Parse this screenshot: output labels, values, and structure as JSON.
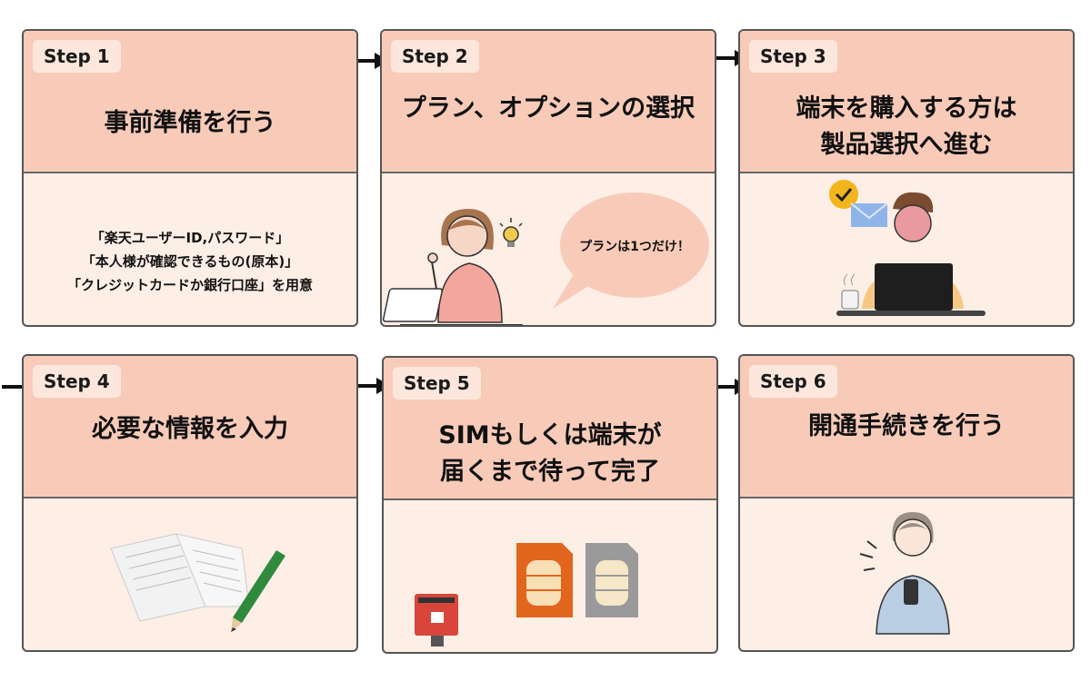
{
  "steps": [
    {
      "badge": "Step 1",
      "title": [
        "事前準備を行う"
      ],
      "notes": [
        "「楽天ユーザーID,パスワード」",
        "「本人様が確認できるもの(原本)」",
        "「クレジットカードか銀行口座」を用意"
      ]
    },
    {
      "badge": "Step 2",
      "title": [
        "プラン、オプションの選択"
      ],
      "bubble": "プランは1つだけ！"
    },
    {
      "badge": "Step 3",
      "title": [
        "端末を購入する方は",
        "製品選択へ進む"
      ]
    },
    {
      "badge": "Step 4",
      "title": [
        "必要な情報を入力"
      ]
    },
    {
      "badge": "Step 5",
      "title": [
        "SIMもしくは端末が",
        "届くまで待って完了"
      ]
    },
    {
      "badge": "Step 6",
      "title": [
        "開通手続きを行う"
      ]
    }
  ],
  "colors": {
    "header": "#f8cbb9",
    "body": "#fdeee6",
    "badge": "#fde7dc",
    "border": "#555555"
  },
  "icons": [
    "arrow-right-icon",
    "woman-laptop-icon",
    "lightbulb-icon",
    "speech-bubble-icon",
    "man-laptop-icon",
    "check-icon",
    "envelope-icon",
    "coffee-cup-icon",
    "notebook-icon",
    "pencil-icon",
    "sim-card-icon",
    "postbox-icon",
    "woman-smartphone-icon"
  ]
}
